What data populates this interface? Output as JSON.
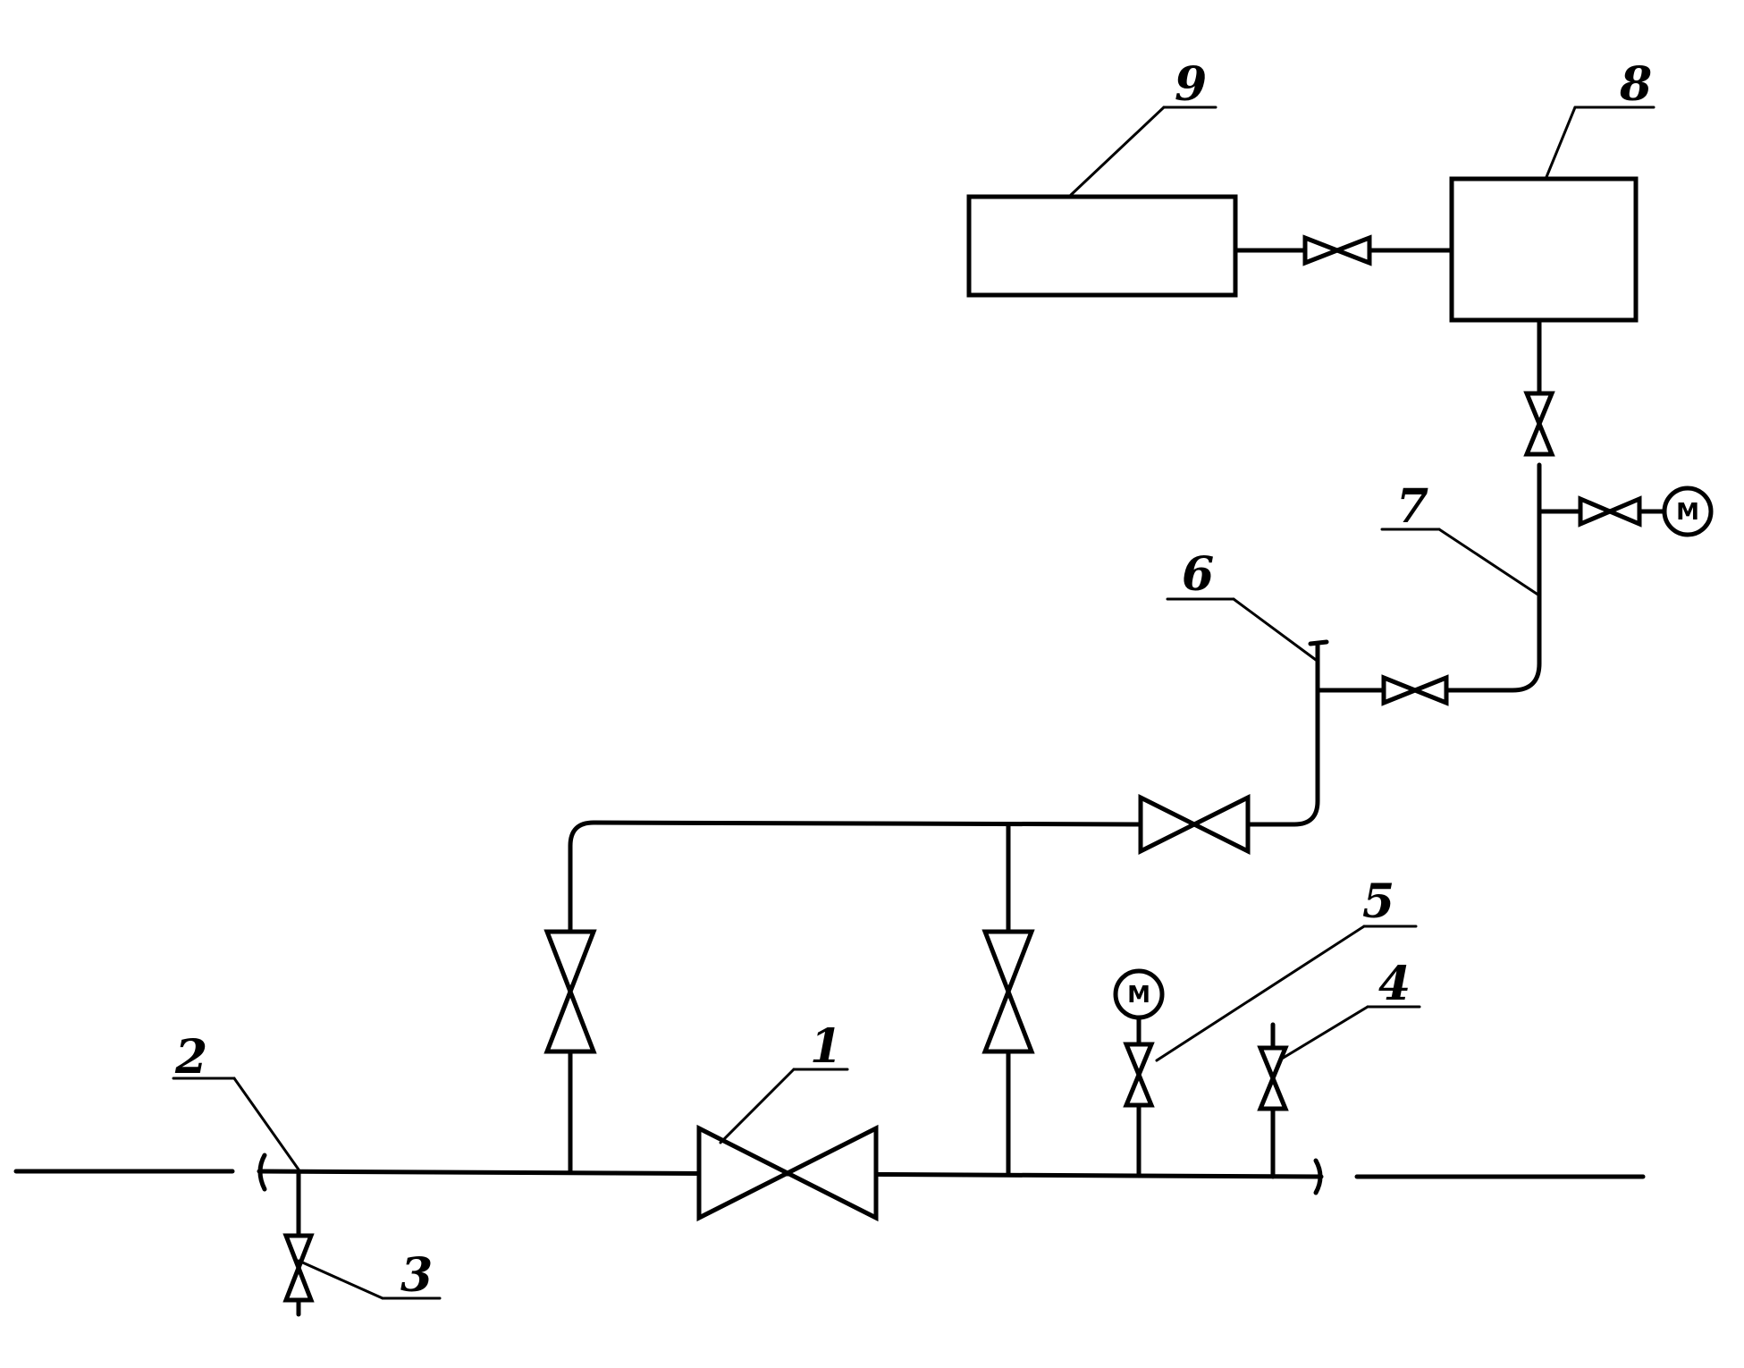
{
  "labels": {
    "l1": "1",
    "l2": "2",
    "l3": "3",
    "l4": "4",
    "l5": "5",
    "l6": "6",
    "l7": "7",
    "l8": "8",
    "l9": "9"
  },
  "gauges": {
    "g1": "M",
    "g2": "M"
  }
}
